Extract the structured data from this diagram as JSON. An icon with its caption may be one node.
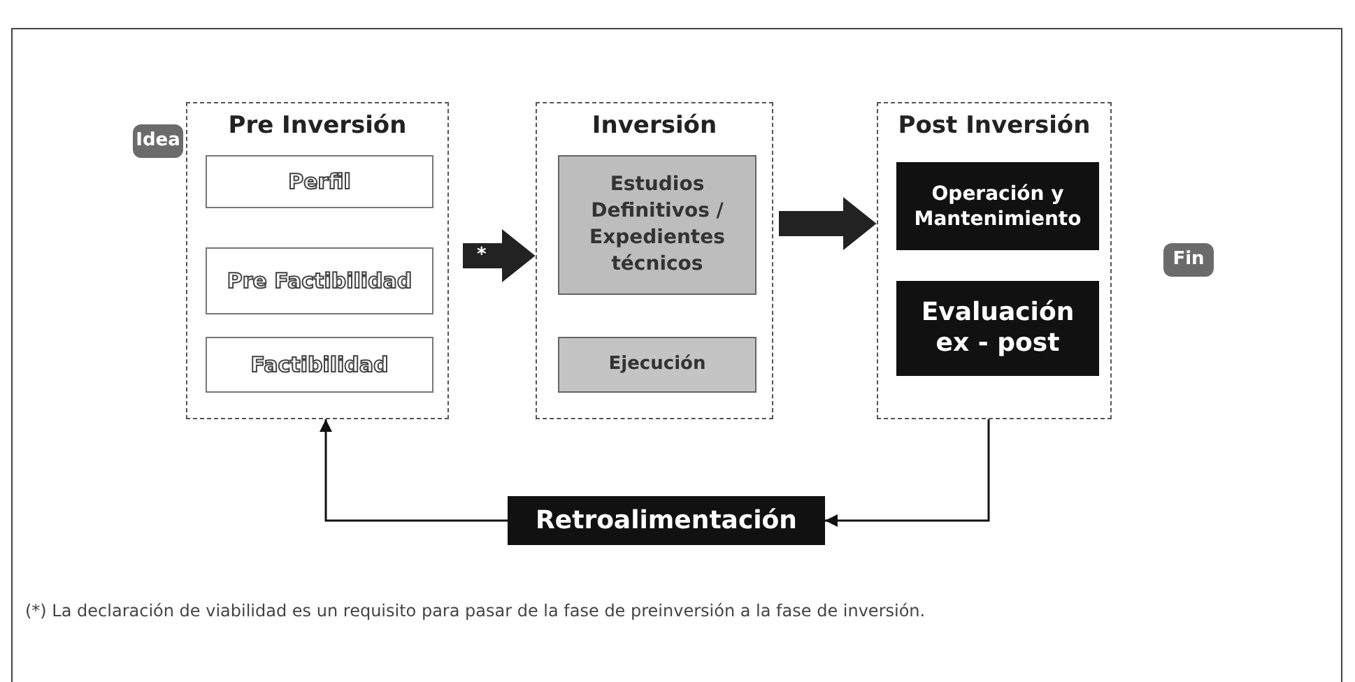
{
  "diagram": {
    "nodes": [
      {
        "text": [
          "Idea"
        ]
      },
      {
        "text": [
          "Pre Inversión"
        ]
      },
      {
        "text": [
          "Perfil"
        ],
        "in": 1
      },
      {
        "text": [
          "Pre Factibilidad"
        ],
        "in": 1
      },
      {
        "text": [
          "Factibilidad"
        ],
        "in": 1
      },
      {
        "text": [
          "Inversión"
        ]
      },
      {
        "text": [
          "Estudios Definitivos / Expedientes técnicos"
        ],
        "in": 5
      },
      {
        "text": [
          "Ejecución"
        ],
        "in": 5
      },
      {
        "text": [
          "Post Inversión"
        ]
      },
      {
        "text": [
          "Operación y Mantenimiento"
        ],
        "in": 8
      },
      {
        "text": [
          "Evaluación ex - post"
        ],
        "in": 8
      },
      {
        "text": [
          "Fin"
        ]
      },
      {
        "text": [
          "Retroalimentación"
        ]
      }
    ],
    "edges": [
      {
        "from": 1,
        "to": 5,
        "arrow": "to",
        "label": "*",
        "style": "thick"
      },
      {
        "from": 5,
        "to": 8,
        "arrow": "to",
        "style": "thick"
      },
      {
        "from": 8,
        "to": 12,
        "arrow": "to"
      },
      {
        "from": 12,
        "to": 1,
        "arrow": "to"
      }
    ],
    "labels": [
      "(*) La declaración de viabilidad es un requisito para pasar de la fase de preinversión a la fase de inversión."
    ]
  }
}
